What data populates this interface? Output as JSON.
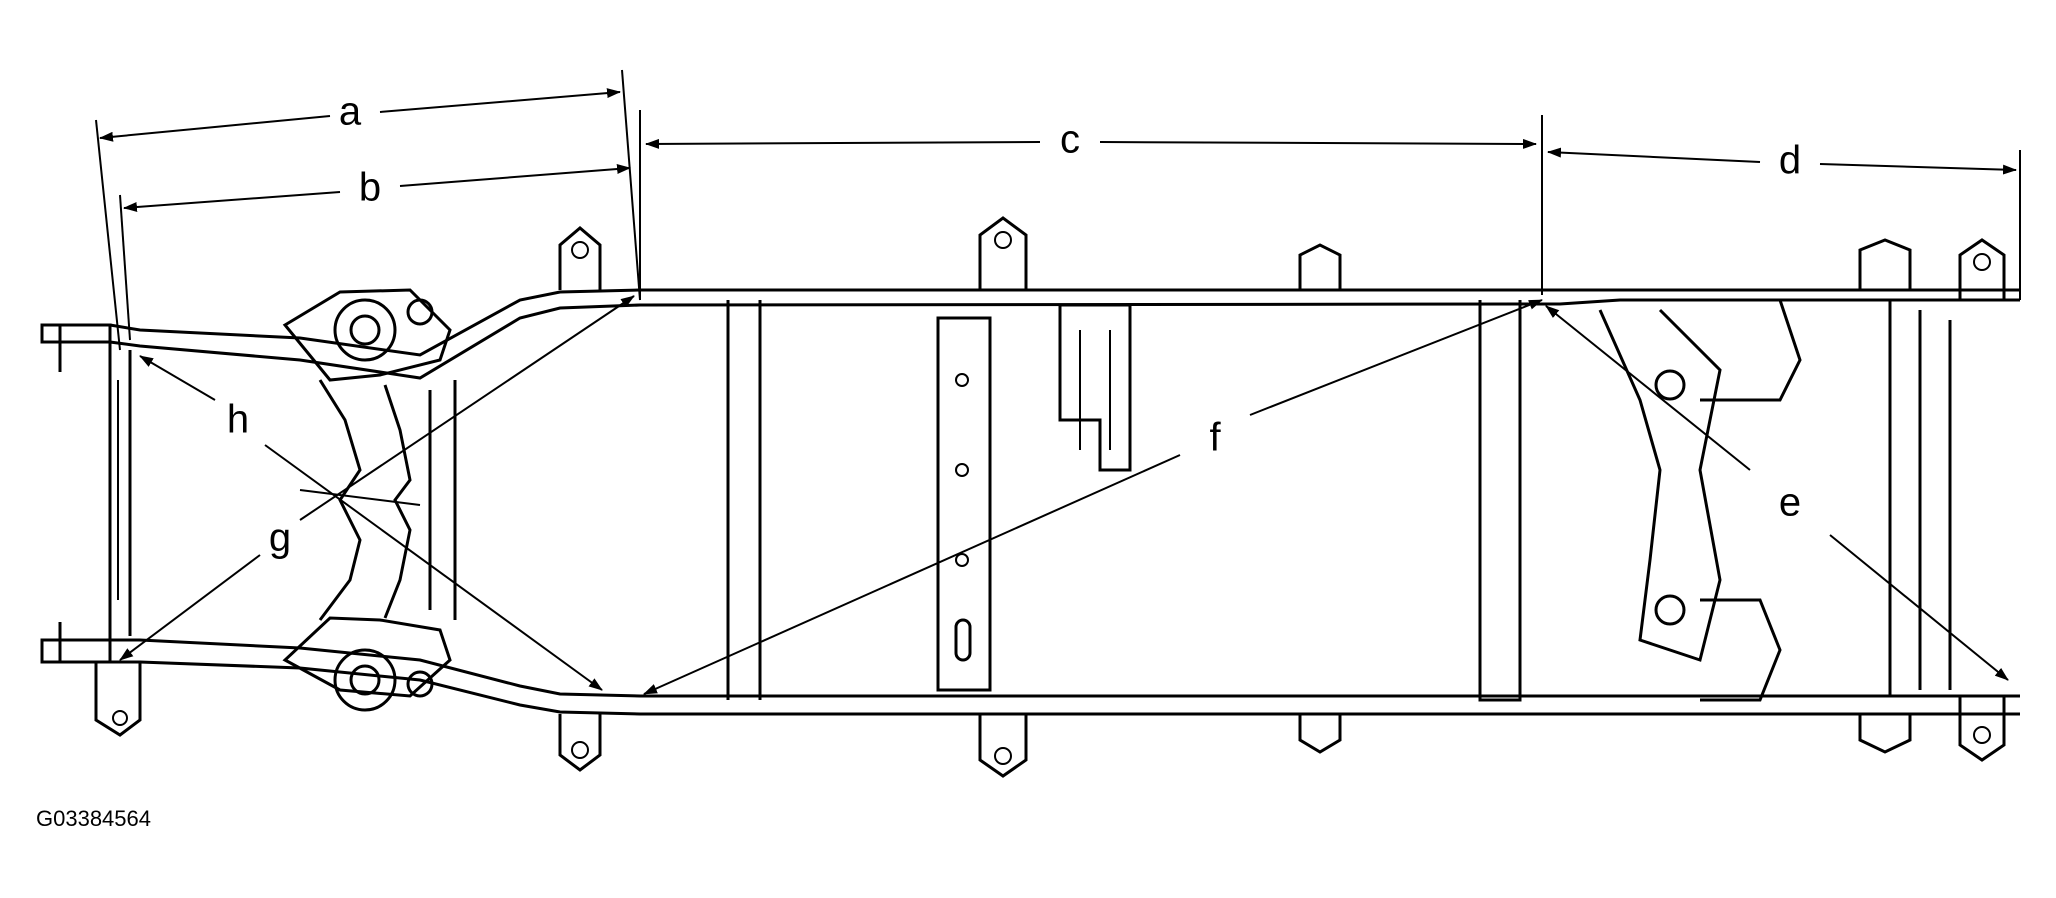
{
  "figure_id": "G03384564",
  "dimension_labels": {
    "a": "a",
    "b": "b",
    "c": "c",
    "d": "d",
    "e": "e",
    "f": "f",
    "g": "g",
    "h": "h"
  }
}
